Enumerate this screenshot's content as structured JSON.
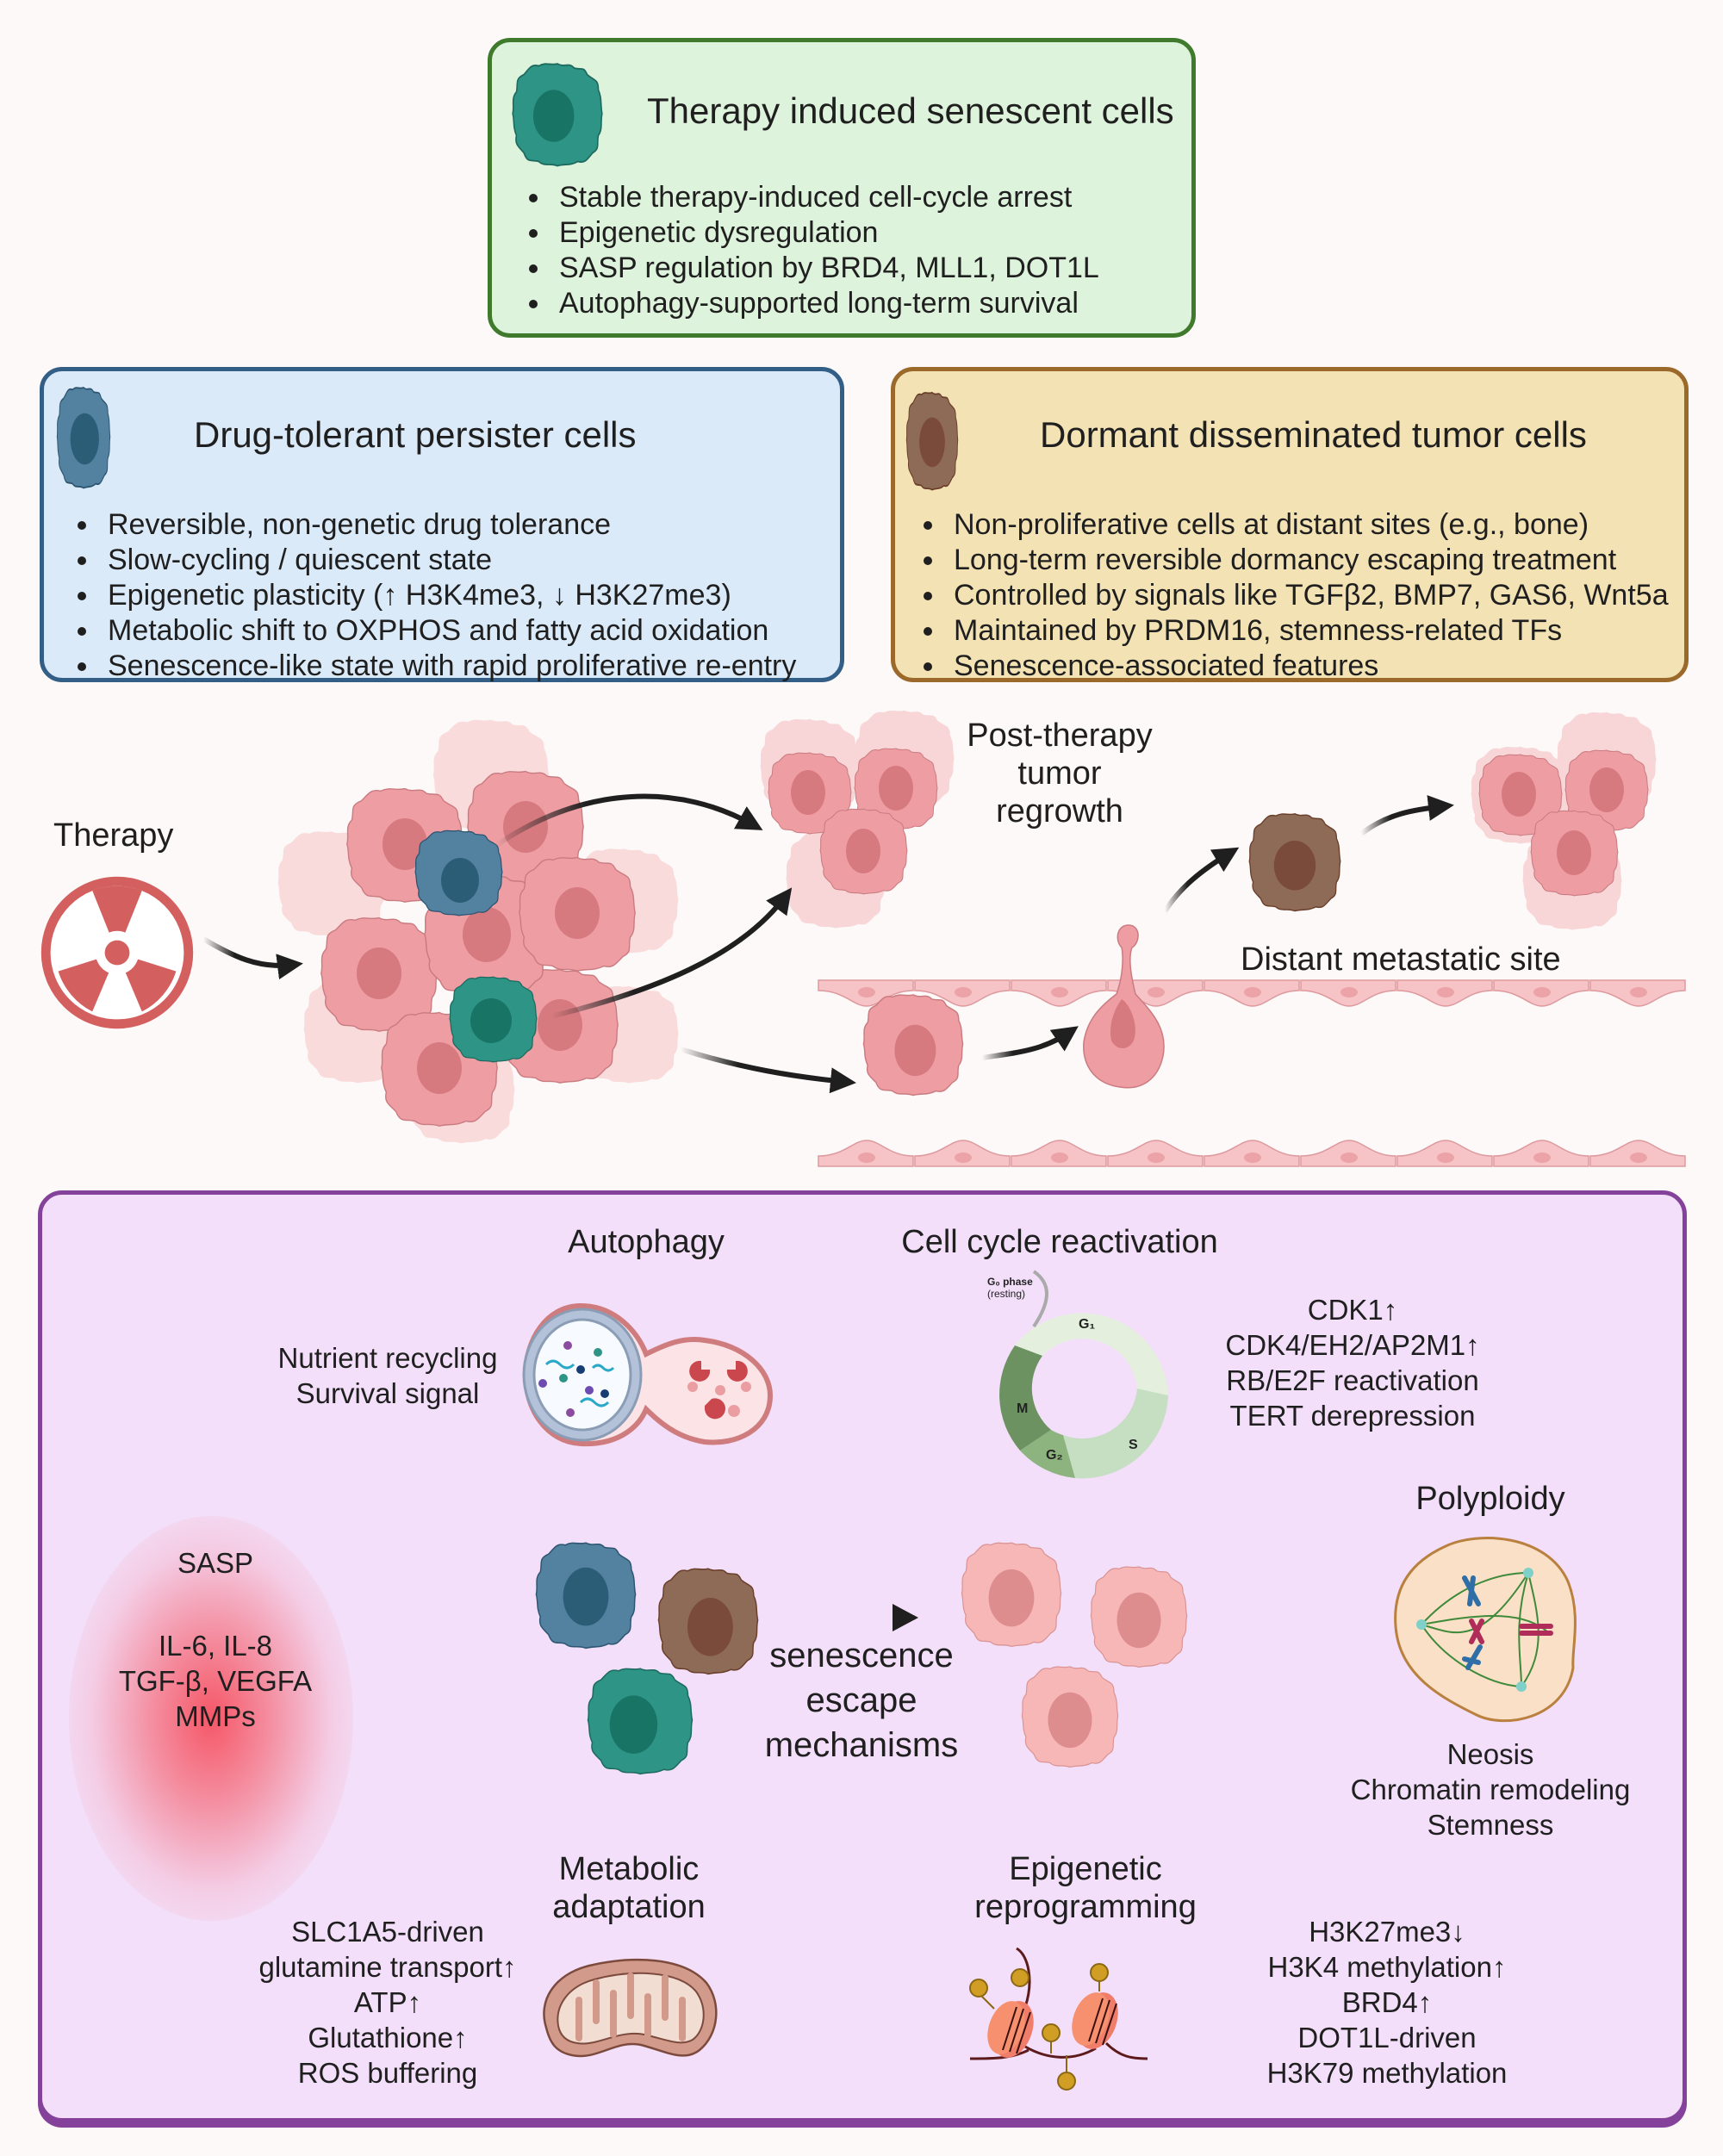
{
  "colors": {
    "background": "#fdf9f8",
    "senescent_green": "#2e9485",
    "persister_blue": "#4f7f9e",
    "dormant_brown": "#8c6a55",
    "tumor_pink": "#f2a3a7",
    "purple_panel": "#f3dff9",
    "purple_border": "#85429a",
    "therapy_red": "#d35f5f"
  },
  "boxes": {
    "senescent": {
      "icon": "senescent-cell-icon",
      "title": "Therapy induced senescent cells",
      "bullets": [
        "Stable therapy-induced cell-cycle arrest",
        "Epigenetic dysregulation",
        "SASP regulation by BRD4, MLL1, DOT1L",
        "Autophagy-supported long-term survival"
      ]
    },
    "persister": {
      "icon": "persister-cell-icon",
      "title": "Drug-tolerant persister cells",
      "bullets": [
        "Reversible, non-genetic drug tolerance",
        "Slow-cycling / quiescent state",
        "Epigenetic plasticity (↑ H3K4me3, ↓ H3K27me3)",
        "Metabolic shift to OXPHOS and fatty acid oxidation",
        "Senescence-like state with rapid proliferative re-entry"
      ]
    },
    "dormant": {
      "icon": "dormant-cell-icon",
      "title": "Dormant disseminated tumor cells",
      "bullets": [
        "Non-proliferative cells at distant sites (e.g., bone)",
        "Long-term reversible dormancy escaping treatment",
        "Controlled by signals like TGFβ2, BMP7, GAS6, Wnt5a",
        "Maintained by PRDM16, stemness-related TFs",
        "Senescence-associated features"
      ]
    }
  },
  "flow": {
    "therapy_label": "Therapy",
    "therapy_icon": "radiation-icon",
    "regrowth_label": [
      "Post-therapy",
      "tumor",
      "regrowth"
    ],
    "metastatic_label": "Distant metastatic site"
  },
  "mechanisms": {
    "autophagy": {
      "title": "Autophagy",
      "notes": [
        "Nutrient recycling",
        "Survival signal"
      ]
    },
    "cell_cycle": {
      "title": "Cell cycle reactivation",
      "g0_label": "G₀ phase",
      "g0_sub": "(resting)",
      "phases": [
        "G₁",
        "S",
        "G₂",
        "M"
      ],
      "notes": [
        "CDK1↑",
        "CDK4/EH2/AP2M1↑",
        "RB/E2F reactivation",
        "TERT derepression"
      ]
    },
    "sasp": {
      "title": "SASP",
      "notes": [
        "IL-6, IL-8",
        "TGF-β, VEGFA",
        "MMPs"
      ]
    },
    "center": {
      "label": [
        "senescence",
        "escape",
        "mechanisms"
      ]
    },
    "polyploidy": {
      "title": "Polyploidy",
      "notes": [
        "Neosis",
        "Chromatin remodeling",
        "Stemness"
      ]
    },
    "metabolic": {
      "title": [
        "Metabolic",
        "adaptation"
      ],
      "notes": [
        "SLC1A5-driven",
        "glutamine transport↑",
        "ATP↑",
        "Glutathione↑",
        "ROS buffering"
      ]
    },
    "epigenetic": {
      "title": [
        "Epigenetic",
        "reprogramming"
      ],
      "notes": [
        "H3K27me3↓",
        "H3K4 methylation↑",
        "BRD4↑",
        "DOT1L-driven",
        "H3K79 methylation"
      ]
    }
  }
}
